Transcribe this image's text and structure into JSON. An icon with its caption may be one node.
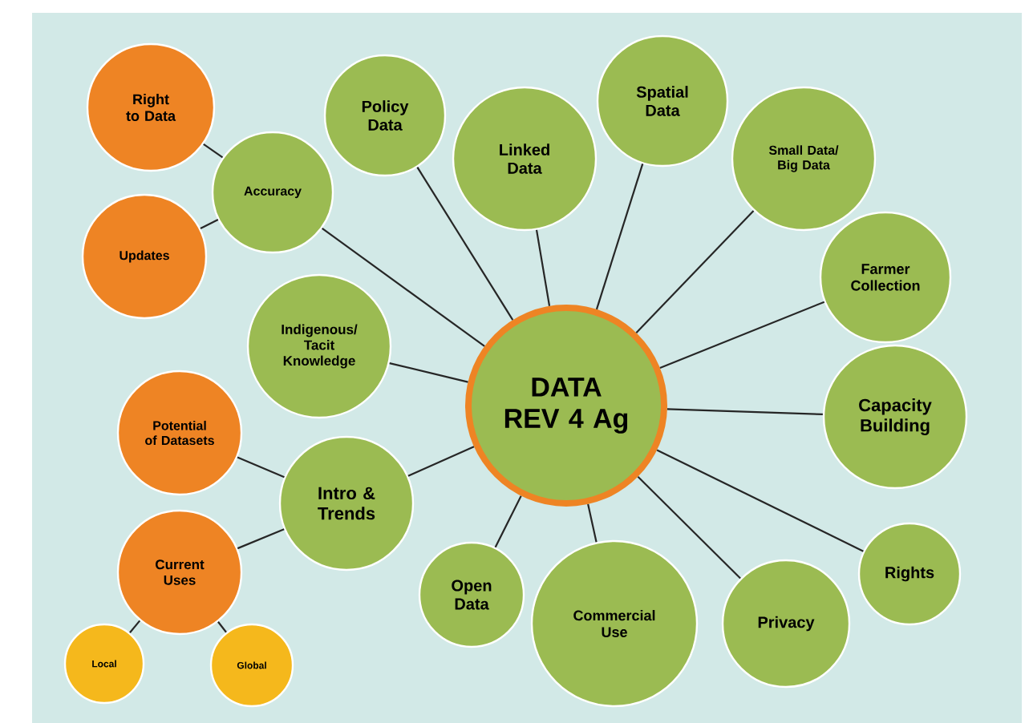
{
  "diagram": {
    "nodes": [
      {
        "text": [
          "DATA REV 4 Ag"
        ]
      },
      {
        "text": [
          "Right to Data"
        ]
      },
      {
        "text": [
          "Accuracy"
        ]
      },
      {
        "text": [
          "Updates"
        ]
      },
      {
        "text": [
          "Policy Data"
        ]
      },
      {
        "text": [
          "Linked Data"
        ]
      },
      {
        "text": [
          "Spatial Data"
        ]
      },
      {
        "text": [
          "Small Data/ Big Data"
        ]
      },
      {
        "text": [
          "Farmer Collection"
        ]
      },
      {
        "text": [
          "Indigenous/ Tacit Knowledge"
        ]
      },
      {
        "text": [
          "Capacity Building"
        ]
      },
      {
        "text": [
          "Potential of Datasets"
        ]
      },
      {
        "text": [
          "Intro & Trends"
        ]
      },
      {
        "text": [
          "Current Uses"
        ]
      },
      {
        "text": [
          "Rights"
        ]
      },
      {
        "text": [
          "Open Data"
        ]
      },
      {
        "text": [
          "Commercial Use"
        ]
      },
      {
        "text": [
          "Privacy"
        ]
      },
      {
        "text": [
          "Local"
        ]
      },
      {
        "text": [
          "Global"
        ]
      }
    ],
    "edges": [
      {
        "from": 0,
        "to": 2,
        "arrow": "none"
      },
      {
        "from": 0,
        "to": 4,
        "arrow": "none"
      },
      {
        "from": 0,
        "to": 5,
        "arrow": "none"
      },
      {
        "from": 0,
        "to": 6,
        "arrow": "none"
      },
      {
        "from": 0,
        "to": 7,
        "arrow": "none"
      },
      {
        "from": 0,
        "to": 8,
        "arrow": "none"
      },
      {
        "from": 0,
        "to": 9,
        "arrow": "none"
      },
      {
        "from": 0,
        "to": 10,
        "arrow": "none"
      },
      {
        "from": 0,
        "to": 12,
        "arrow": "none"
      },
      {
        "from": 0,
        "to": 14,
        "arrow": "none"
      },
      {
        "from": 0,
        "to": 15,
        "arrow": "none"
      },
      {
        "from": 0,
        "to": 16,
        "arrow": "none"
      },
      {
        "from": 0,
        "to": 17,
        "arrow": "none"
      },
      {
        "from": 2,
        "to": 1,
        "arrow": "none"
      },
      {
        "from": 2,
        "to": 3,
        "arrow": "none"
      },
      {
        "from": 12,
        "to": 11,
        "arrow": "none"
      },
      {
        "from": 12,
        "to": 13,
        "arrow": "none"
      },
      {
        "from": 13,
        "to": 18,
        "arrow": "none"
      },
      {
        "from": 13,
        "to": 19,
        "arrow": "none"
      }
    ]
  }
}
